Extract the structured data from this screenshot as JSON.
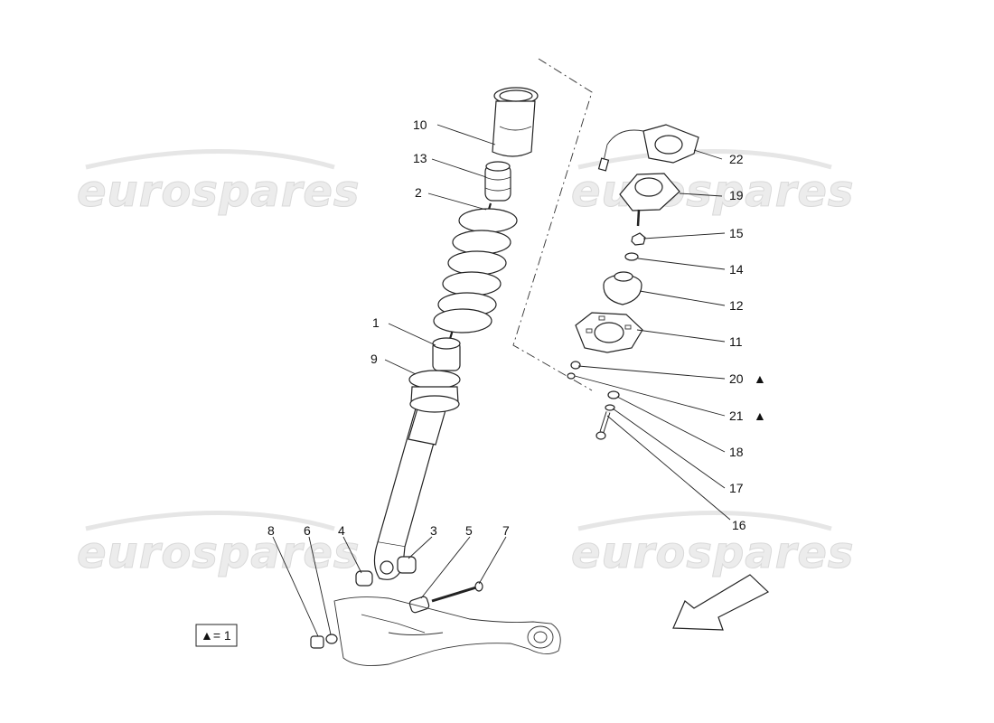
{
  "watermark": "eurospares",
  "legend": {
    "text": "▲= 1"
  },
  "note_marker": "▲",
  "callouts": [
    {
      "id": "1",
      "label": "1"
    },
    {
      "id": "2",
      "label": "2"
    },
    {
      "id": "3",
      "label": "3"
    },
    {
      "id": "4",
      "label": "4"
    },
    {
      "id": "5",
      "label": "5"
    },
    {
      "id": "6",
      "label": "6"
    },
    {
      "id": "7",
      "label": "7"
    },
    {
      "id": "8",
      "label": "8"
    },
    {
      "id": "9",
      "label": "9"
    },
    {
      "id": "10",
      "label": "10"
    },
    {
      "id": "11",
      "label": "11"
    },
    {
      "id": "12",
      "label": "12"
    },
    {
      "id": "13",
      "label": "13"
    },
    {
      "id": "14",
      "label": "14"
    },
    {
      "id": "15",
      "label": "15"
    },
    {
      "id": "16",
      "label": "16"
    },
    {
      "id": "17",
      "label": "17"
    },
    {
      "id": "18",
      "label": "18"
    },
    {
      "id": "19",
      "label": "19"
    },
    {
      "id": "20",
      "label": "20"
    },
    {
      "id": "21",
      "label": "21"
    },
    {
      "id": "22",
      "label": "22"
    }
  ],
  "marked_callouts": [
    "20",
    "21"
  ]
}
